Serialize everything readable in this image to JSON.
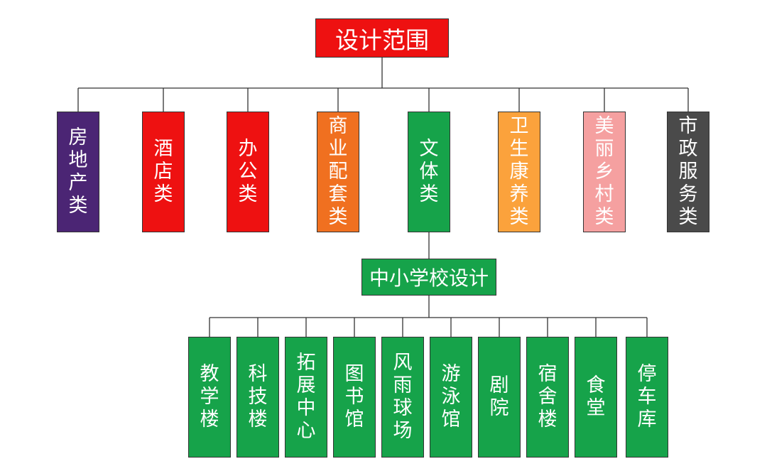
{
  "root": {
    "label": "设计范围",
    "color": "#ee1111"
  },
  "categories": [
    {
      "label": "房地产类",
      "color": "#4b2574"
    },
    {
      "label": "酒店类",
      "color": "#ee1111"
    },
    {
      "label": "办公类",
      "color": "#ee1111"
    },
    {
      "label": "商业配套类",
      "color": "#f07020"
    },
    {
      "label": "文体类",
      "color": "#16a34a"
    },
    {
      "label": "卫生康养类",
      "color": "#fba23c"
    },
    {
      "label": "美丽乡村类",
      "color": "#f5a0a0"
    },
    {
      "label": "市政服务类",
      "color": "#4a4a4a"
    }
  ],
  "sub": {
    "label": "中小学校设计",
    "color": "#16a34a"
  },
  "facilities": [
    {
      "label": "教学楼",
      "color": "#16a34a"
    },
    {
      "label": "科技楼",
      "color": "#16a34a"
    },
    {
      "label": "拓展中心",
      "color": "#16a34a"
    },
    {
      "label": "图书馆",
      "color": "#16a34a"
    },
    {
      "label": "风雨球场",
      "color": "#16a34a"
    },
    {
      "label": "游泳馆",
      "color": "#16a34a"
    },
    {
      "label": "剧院",
      "color": "#16a34a"
    },
    {
      "label": "宿舍楼",
      "color": "#16a34a"
    },
    {
      "label": "食堂",
      "color": "#16a34a"
    },
    {
      "label": "停车库",
      "color": "#16a34a"
    }
  ],
  "line_color": "#333333"
}
